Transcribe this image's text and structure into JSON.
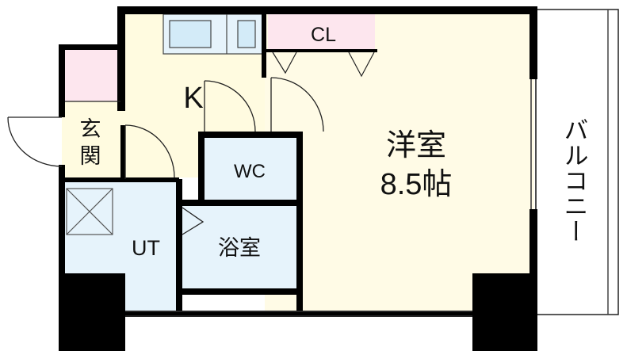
{
  "rooms": {
    "western": {
      "name": "洋室",
      "size": "8.5帖"
    },
    "kitchen": {
      "name": "K"
    },
    "closet": {
      "name": "CL"
    },
    "toilet": {
      "name": "WC"
    },
    "bath": {
      "name": "浴室"
    },
    "utility": {
      "name": "UT"
    },
    "entrance": {
      "name_1": "玄",
      "name_2": "関"
    },
    "balcony": {
      "name": "バルコニー"
    }
  },
  "colors": {
    "wall": "#000000",
    "western_floor": "#fffbe6",
    "kitchen_floor": "#fffbe0",
    "wet_area": "#e6f3fb",
    "closet": "#fde6ee",
    "shoe_box": "#fde6ee",
    "balcony": "#ffffff"
  }
}
